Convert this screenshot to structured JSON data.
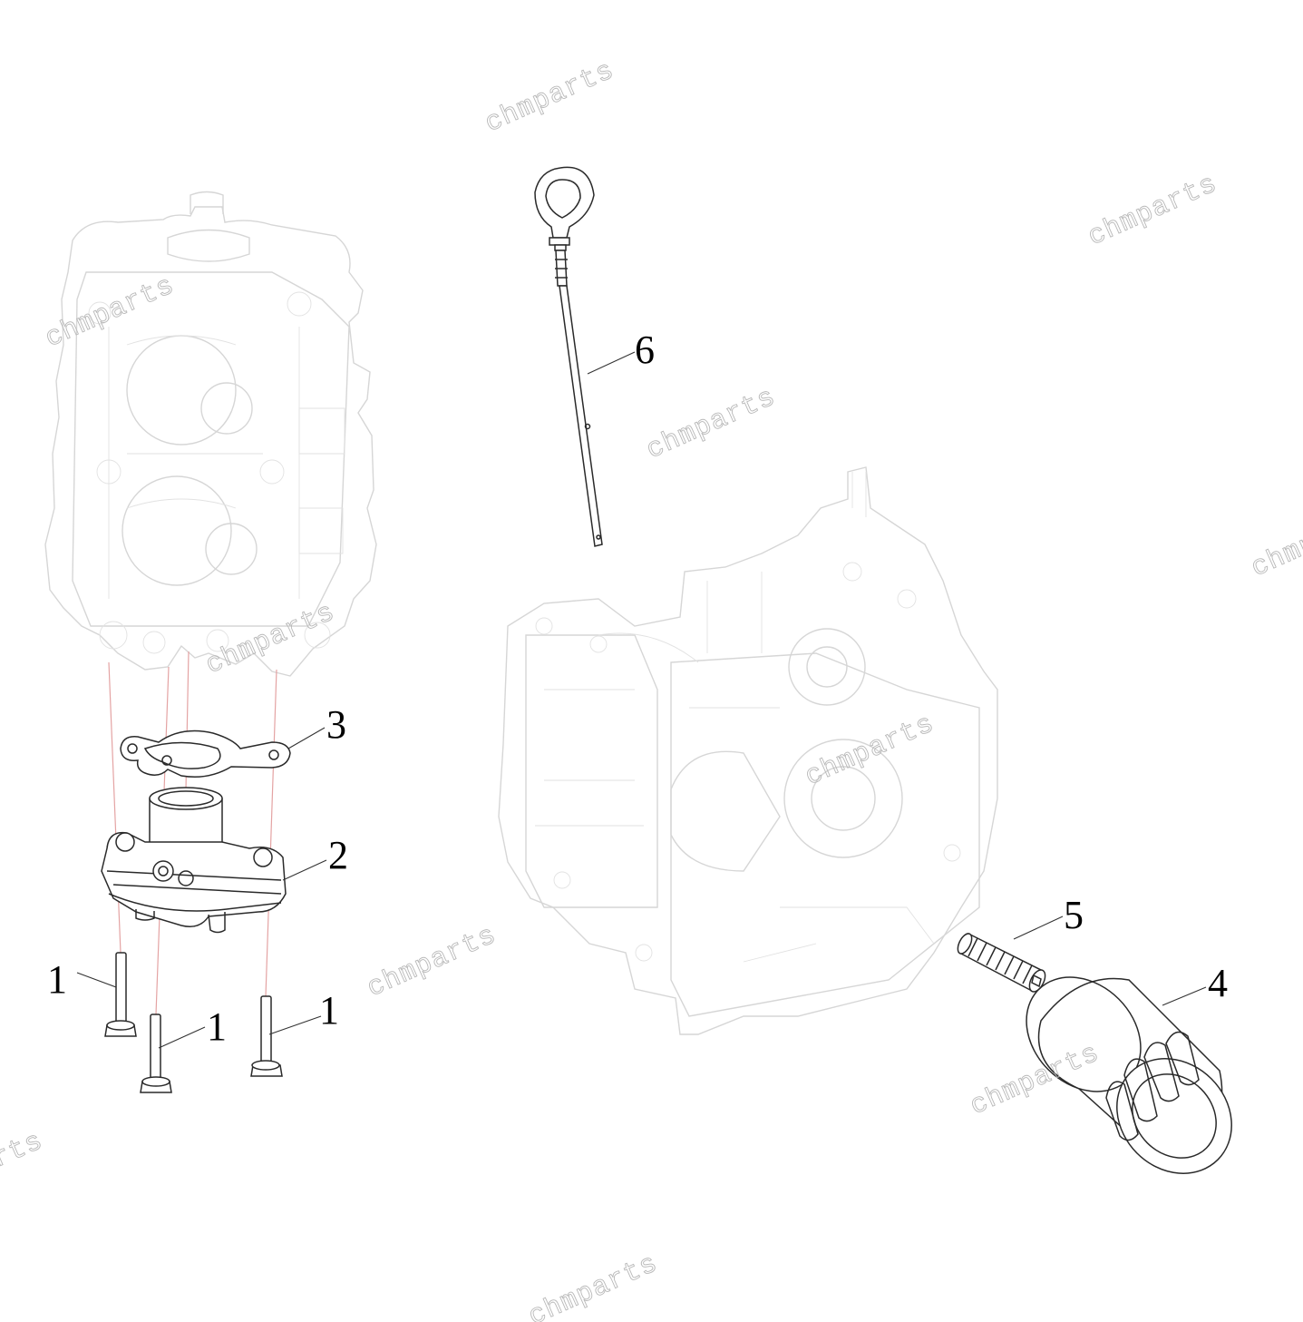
{
  "callouts": [
    {
      "id": "bolt-a",
      "label": "1"
    },
    {
      "id": "bolt-b",
      "label": "1"
    },
    {
      "id": "bolt-c",
      "label": "1"
    },
    {
      "id": "oil-pump",
      "label": "2"
    },
    {
      "id": "gasket",
      "label": "3"
    },
    {
      "id": "oil-filter",
      "label": "4"
    },
    {
      "id": "filter-stud",
      "label": "5"
    },
    {
      "id": "dipstick",
      "label": "6"
    }
  ],
  "watermark": {
    "text": "chmparts",
    "count": 11
  }
}
